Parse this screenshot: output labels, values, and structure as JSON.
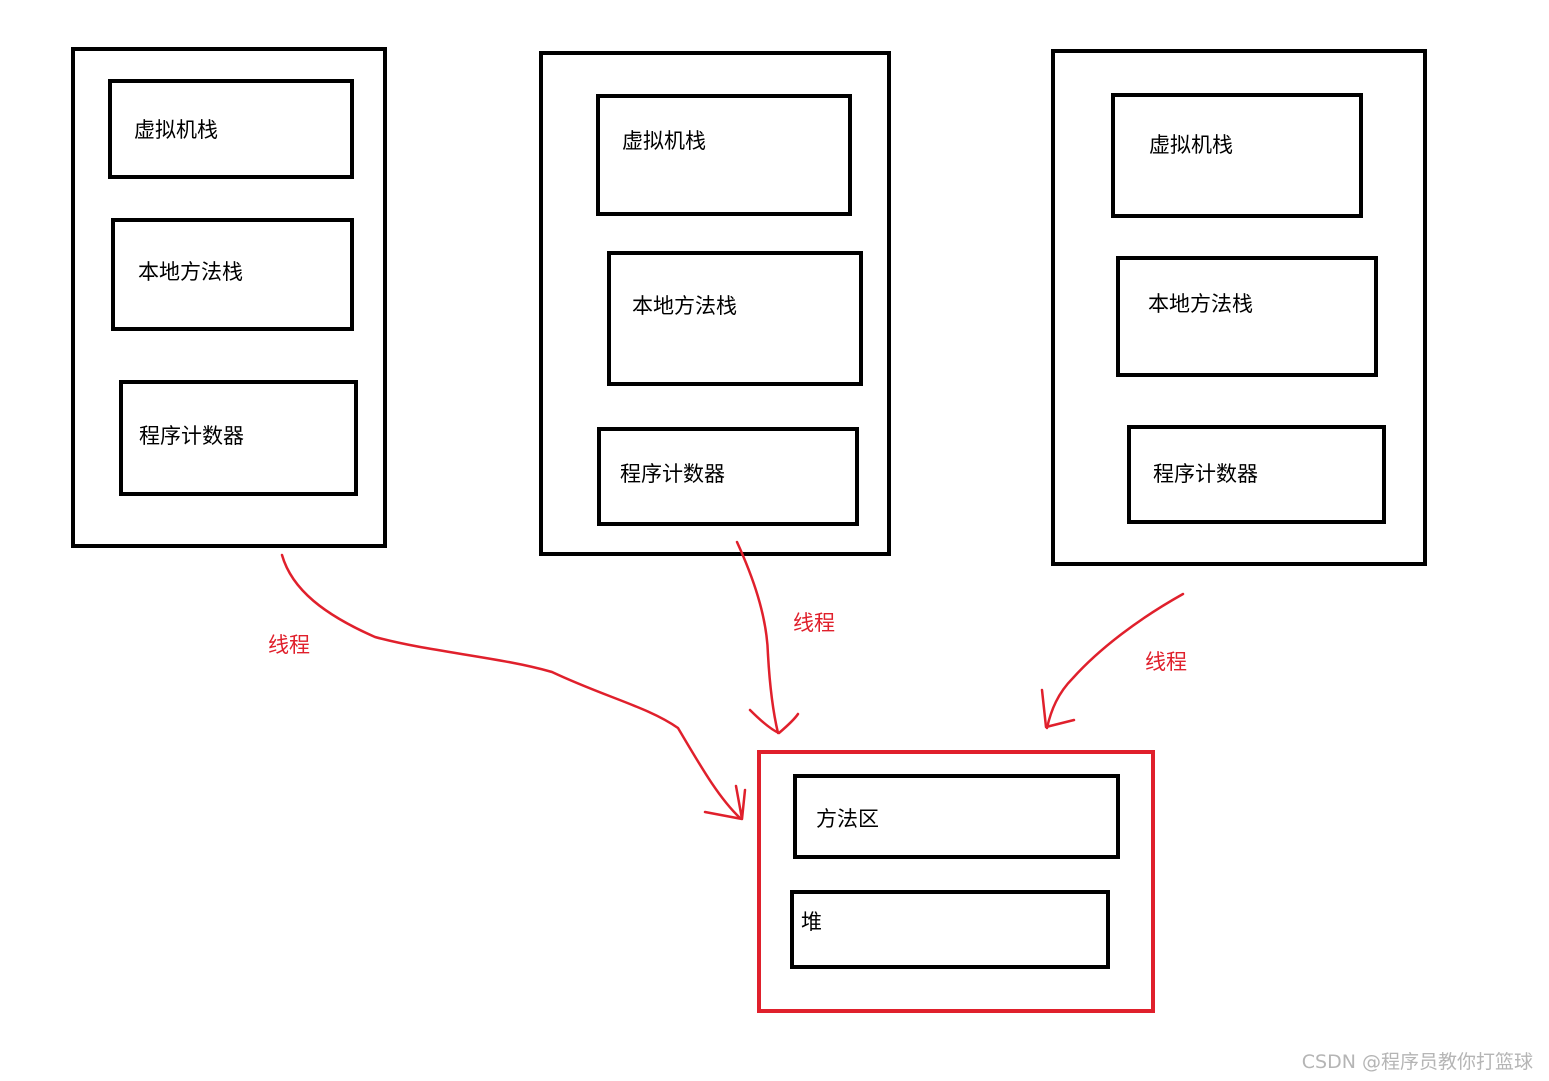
{
  "colors": {
    "thread_box": "#000000",
    "shared_box": "#e0202c",
    "arrow": "#e0202c",
    "watermark": "#b5b5b5"
  },
  "threads": [
    {
      "stack": "虚拟机栈",
      "native_stack": "本地方法栈",
      "counter": "程序计数器",
      "edge_label": "线程"
    },
    {
      "stack": "虚拟机栈",
      "native_stack": "本地方法栈",
      "counter": "程序计数器",
      "edge_label": "线程"
    },
    {
      "stack": "虚拟机栈",
      "native_stack": "本地方法栈",
      "counter": "程序计数器",
      "edge_label": "线程"
    }
  ],
  "shared": {
    "method_area": "方法区",
    "heap": "堆"
  },
  "watermark": "CSDN @程序员教你打篮球"
}
